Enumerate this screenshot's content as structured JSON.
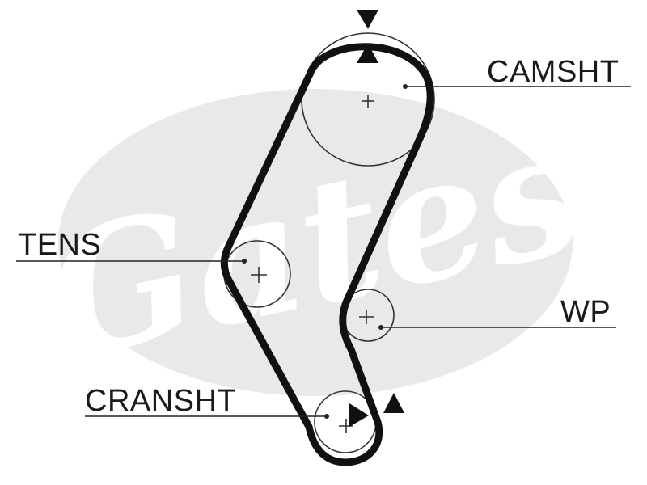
{
  "labels": {
    "camshaft": "CAMSHT",
    "tensioner": "TENS",
    "water_pump": "WP",
    "crankshaft": "CRANSHT"
  },
  "watermark": {
    "text": "Gates"
  },
  "colors": {
    "belt": "#111111",
    "pulley": "#333333",
    "leader_line": "#222222",
    "watermark_oval": "#e9e9e9",
    "watermark_text": "#ffffff",
    "background": "#ffffff"
  },
  "icons": {
    "timing_mark_top": "double-triangle-mark-icon",
    "timing_mark_crank": "double-triangle-mark-icon",
    "pulley_center": "plus-icon"
  }
}
